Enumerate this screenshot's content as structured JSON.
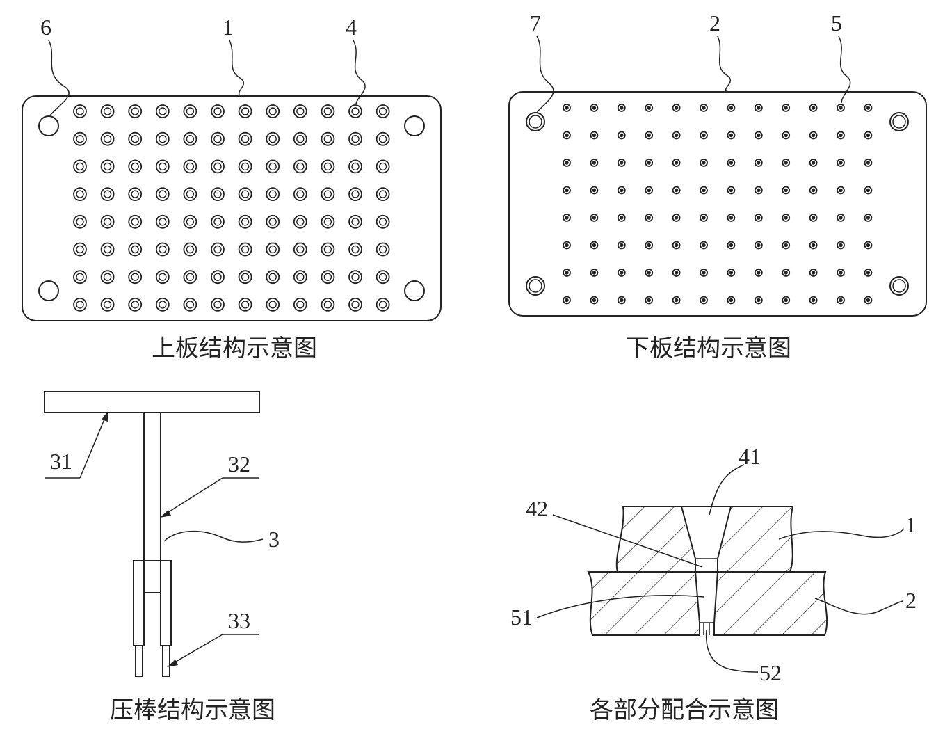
{
  "captions": {
    "upper_plate": "上板结构示意图",
    "lower_plate": "下板结构示意图",
    "press_rod": "压棒结构示意图",
    "assembly": "各部分配合示意图"
  },
  "labels": {
    "upper_plate": {
      "hole": "6",
      "plate": "1",
      "cavity": "4"
    },
    "lower_plate": {
      "hole": "7",
      "plate": "2",
      "cavity": "5"
    },
    "press_rod": {
      "top_plate": "31",
      "rod": "32",
      "whole": "3",
      "tip": "33"
    },
    "assembly": {
      "upper_cavity": "41",
      "upper_neck": "42",
      "upper_plate": "1",
      "lower_plate": "2",
      "lower_cavity": "51",
      "lower_neck": "52"
    }
  },
  "grids": {
    "upper_plate": {
      "rows": 8,
      "cols": 12
    },
    "lower_plate": {
      "rows": 8,
      "cols": 12
    }
  }
}
